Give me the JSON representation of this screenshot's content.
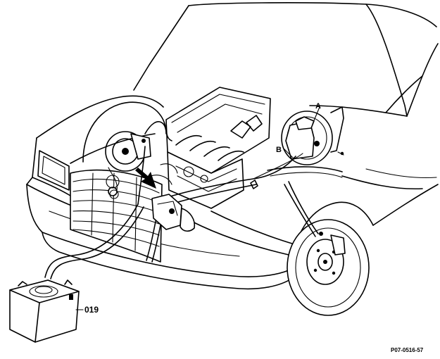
{
  "labels": {
    "callout_a": "A",
    "callout_b": "B",
    "callout_battery": "019",
    "figure_code": "P07-0516-57"
  }
}
